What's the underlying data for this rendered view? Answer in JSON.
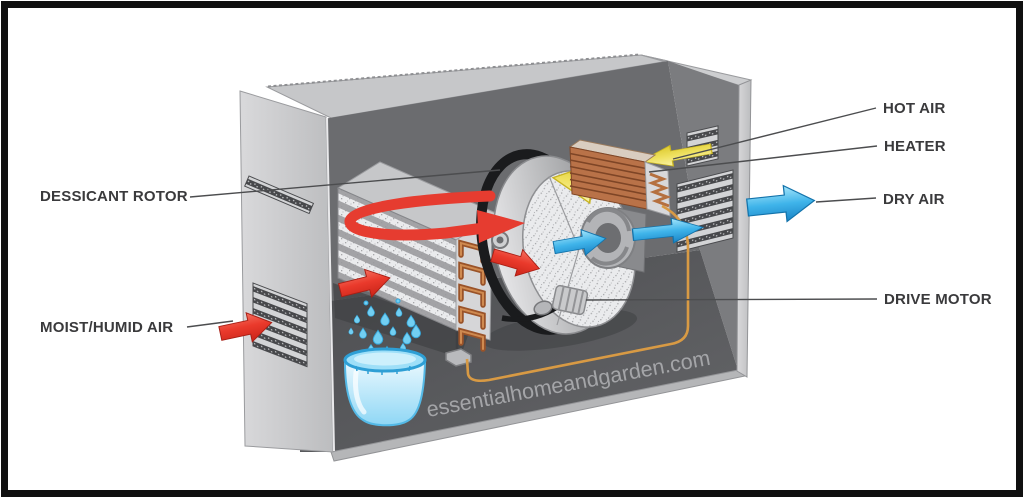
{
  "figure": {
    "title": "dehumidifier-cutaway-diagram",
    "labels": {
      "dessicant_rotor": "DESSICANT ROTOR",
      "moist_humid_air": "MOIST/HUMID AIR",
      "hot_air": "HOT AIR",
      "heater": "HEATER",
      "dry_air": "DRY AIR",
      "drive_motor": "DRIVE MOTOR"
    },
    "watermark": "essentialhomeandgarden.com",
    "colors": {
      "moist_air_arrow": "#e8392e",
      "hot_air_arrow": "#f0e25d",
      "dry_air_arrow": "#35aee4",
      "heater_copper": "#b97248",
      "wire_orange": "#d89a44",
      "water_blue": "#72cff2",
      "label_text": "#3a3a3c",
      "frame_border": "#101010"
    }
  }
}
